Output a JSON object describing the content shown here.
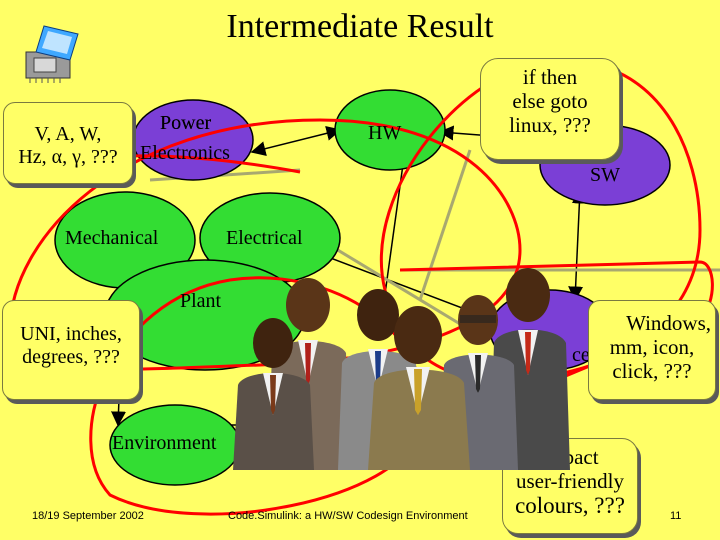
{
  "slide": {
    "title": "Intermediate Result",
    "footer_date": "18/19 September 2002",
    "footer_title": "Code.Simulink: a HW/SW Codesign Environment",
    "page_number": "11"
  },
  "nodes": {
    "power": "Power",
    "electronics": "Electronics",
    "hw": "HW",
    "sw": "SW",
    "mechanical": "Mechanical",
    "electrical": "Electrical",
    "plant": "Plant",
    "environment": "Environment",
    "ce": "ce"
  },
  "callouts": {
    "electrical_units_line1": "V, A, W,",
    "electrical_units_line2": "Hz, α, γ, ???",
    "software_line1": "if then",
    "software_line2": "else goto",
    "software_line3": "linux, ???",
    "mechanical_units_line1": "UNI, inches,",
    "mechanical_units_line2": "degrees, ???",
    "ui_line1": "Windows,",
    "ui_line2": "mm, icon,",
    "ui_line3": "click, ???",
    "impact_line1": "impact",
    "impact_line2": "user-friendly",
    "impact_line3": "colours, ???"
  },
  "colors": {
    "background": "#ffff66",
    "green_node": "#33dd33",
    "purple_node": "#7b3fd6",
    "arrow_red": "#ff0000",
    "connector_olive": "#99993a"
  },
  "icons": [
    "computer-chip-icon",
    "businessmen-group-clipart"
  ]
}
